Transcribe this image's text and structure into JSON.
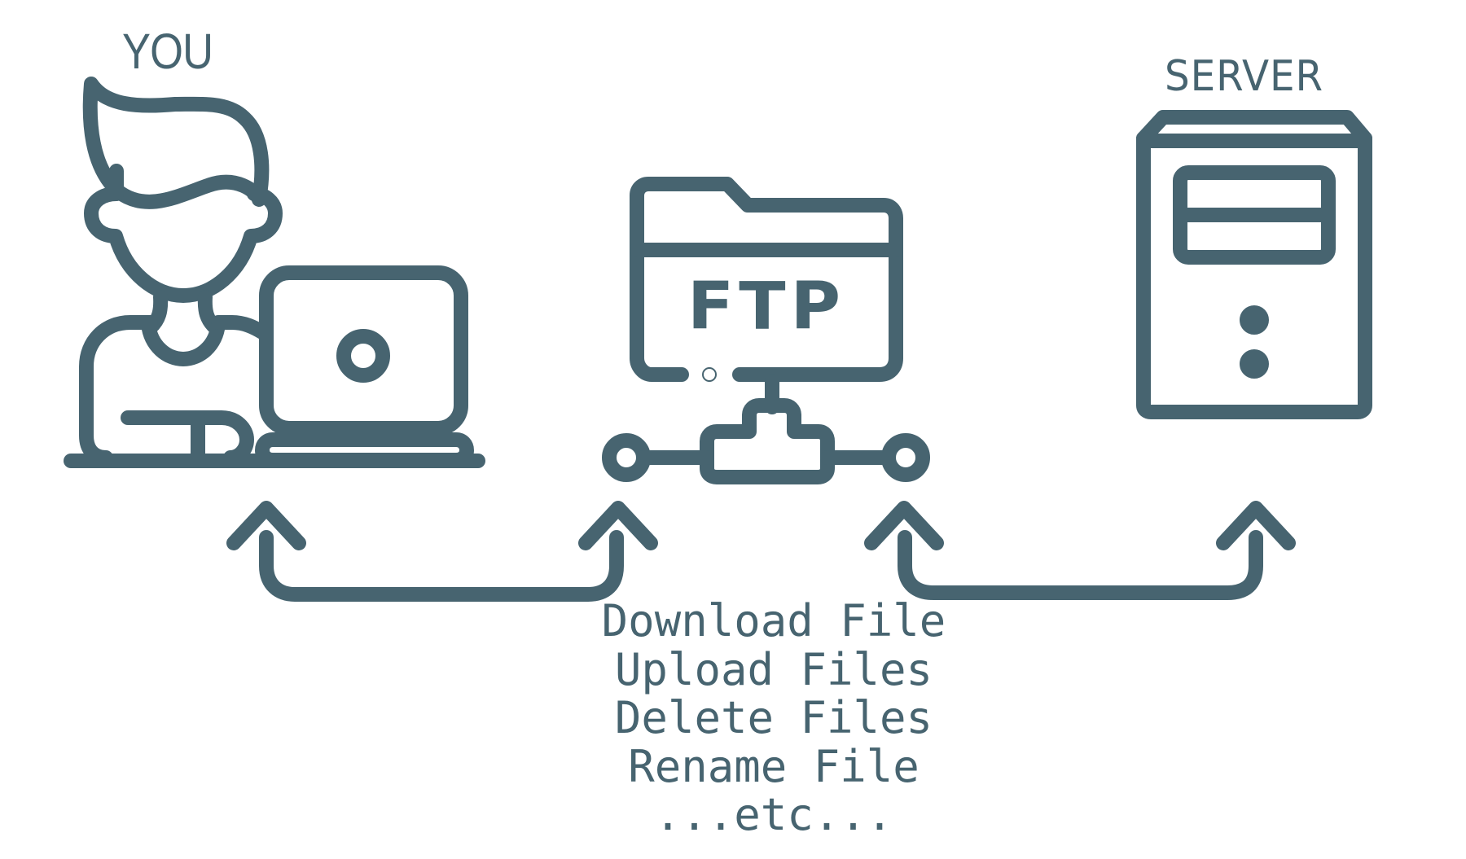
{
  "labels": {
    "you": "YOU",
    "server": "SERVER",
    "ftp": "FTP"
  },
  "operations": [
    "Download File",
    "Upload Files",
    "Delete Files",
    "Rename File",
    "...etc..."
  ],
  "colors": {
    "stroke": "#476470",
    "background": "#ffffff"
  },
  "icons": {
    "user": "user-at-laptop-icon",
    "folder": "ftp-folder-network-icon",
    "server": "server-tower-icon",
    "arrows": "bidirectional-arrow-icon"
  }
}
